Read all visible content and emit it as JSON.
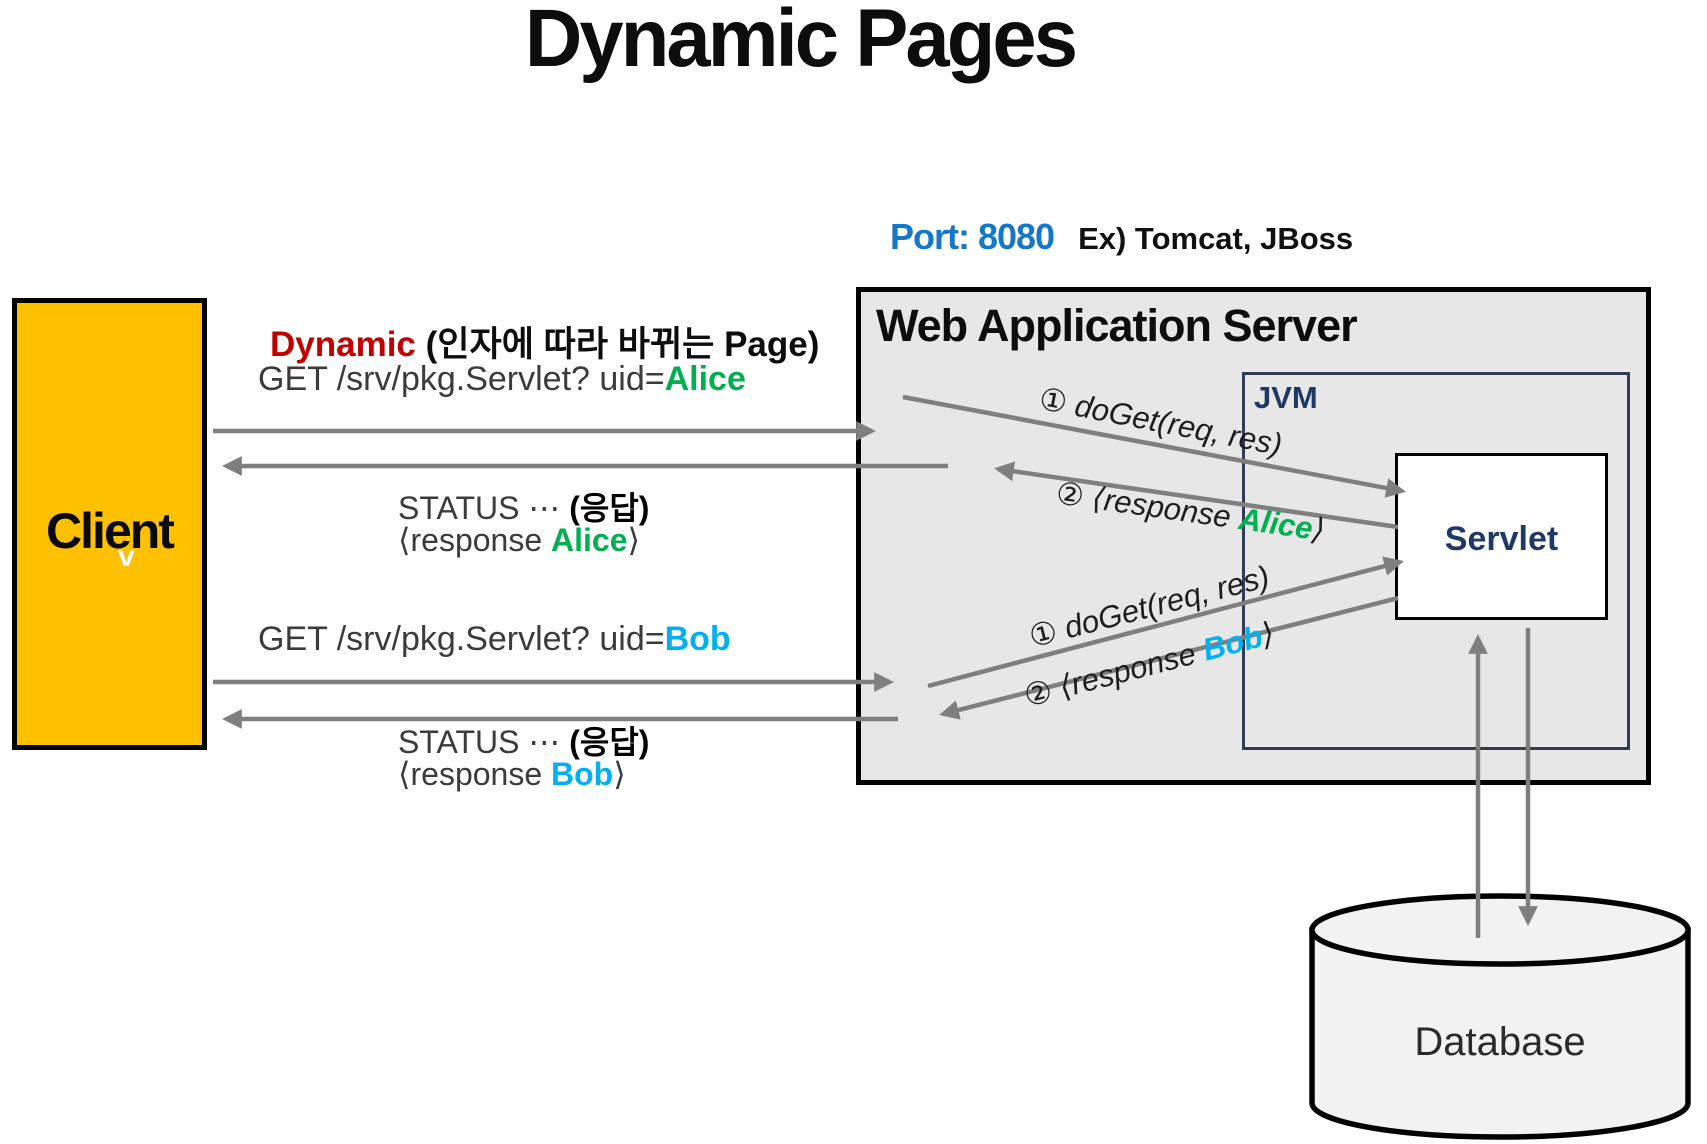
{
  "colors": {
    "accent_red": "#C00000",
    "accent_green": "#00B050",
    "accent_cyan": "#00B0F0",
    "accent_blue": "#1577C8",
    "navy": "#1F3864",
    "jvm_border": "#2F3C52",
    "client_fill": "#FFC000",
    "server_fill": "#E8E7E7",
    "db_fill": "#F2F2F2",
    "arrow_gray": "#7F7F7F",
    "text_dark": "#3B3B3B"
  },
  "title": "Dynamic Pages",
  "port": {
    "label": "Port: 8080",
    "examples": "Ex) Tomcat, JBoss"
  },
  "tagline": {
    "keyword": "Dynamic",
    "note": "(인자에 따라 바뀌는 Page)"
  },
  "client": {
    "label": "Client",
    "stray_char": "v"
  },
  "server": {
    "title": "Web Application Server",
    "jvm_label": "JVM",
    "servlet_label": "Servlet"
  },
  "database": {
    "label": "Database"
  },
  "alice": {
    "request_prefix": "GET /srv/pkg.Servlet? uid=",
    "user": "Alice",
    "status_text": "STATUS ⋯ ",
    "status_korean": "(응답)",
    "response_prefix": "⟨response ",
    "response_suffix": "⟩",
    "doget_label": "① doGet(req, res)",
    "server_response_prefix": "② ⟨response "
  },
  "bob": {
    "request_prefix": "GET /srv/pkg.Servlet? uid=",
    "user": "Bob",
    "status_text": "STATUS ⋯ ",
    "status_korean": "(응답)",
    "response_prefix": "⟨response ",
    "response_suffix": "⟩",
    "doget_label": "① doGet(req, res)",
    "server_response_prefix": "② ⟨response "
  }
}
